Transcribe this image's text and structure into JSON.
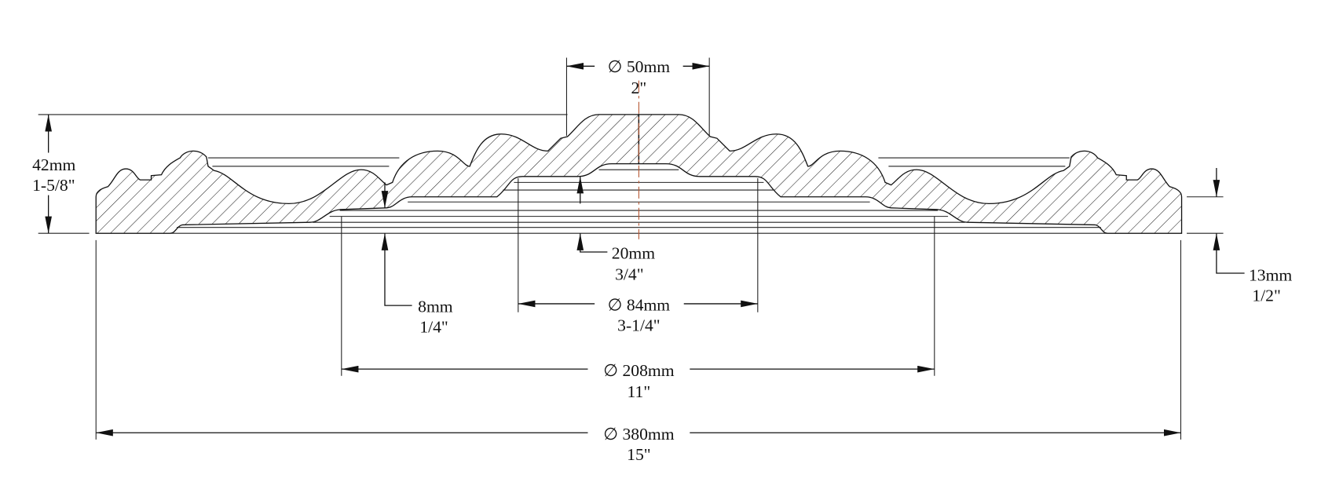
{
  "drawing": {
    "title": "Ceiling medallion cross-section",
    "colors": {
      "line": "#111111",
      "centerline": "#b5542f",
      "background": "#ffffff"
    },
    "dimensions": {
      "top_diameter": {
        "metric": "∅ 50mm",
        "imperial": "2\""
      },
      "overall_height": {
        "metric": "42mm",
        "imperial": "1-5/8\""
      },
      "edge_height": {
        "metric": "13mm",
        "imperial": "1/2\""
      },
      "recess_depth": {
        "metric": "20mm",
        "imperial": "3/4\""
      },
      "inner_step": {
        "metric": "8mm",
        "imperial": "1/4\""
      },
      "recess_diameter": {
        "metric": "∅ 84mm",
        "imperial": "3-1/4\""
      },
      "mid_diameter": {
        "metric": "∅ 208mm",
        "imperial": "11\""
      },
      "overall_diameter": {
        "metric": "∅ 380mm",
        "imperial": "15\""
      }
    }
  }
}
